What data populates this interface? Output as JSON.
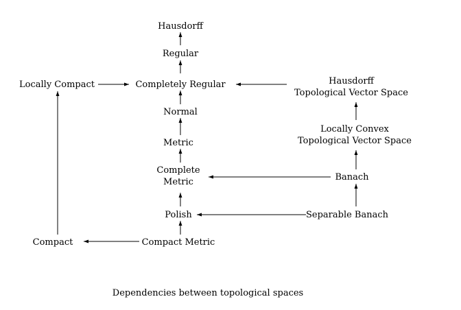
{
  "nodes": {
    "hausdorff": "Hausdorff",
    "regular": "Regular",
    "completely_regular": "Completely Regular",
    "locally_compact": "Locally Compact",
    "normal": "Normal",
    "metric": "Metric",
    "complete_metric_1": "Complete",
    "complete_metric_2": "Metric",
    "polish": "Polish",
    "compact_metric": "Compact Metric",
    "compact": "Compact",
    "hausdorff_tvs_1": "Hausdorff",
    "hausdorff_tvs_2": "Topological Vector Space",
    "locally_convex_tvs_1": "Locally Convex",
    "locally_convex_tvs_2": "Topological Vector Space",
    "banach": "Banach",
    "separable_banach": "Separable Banach"
  },
  "caption": "Dependencies between topological spaces"
}
